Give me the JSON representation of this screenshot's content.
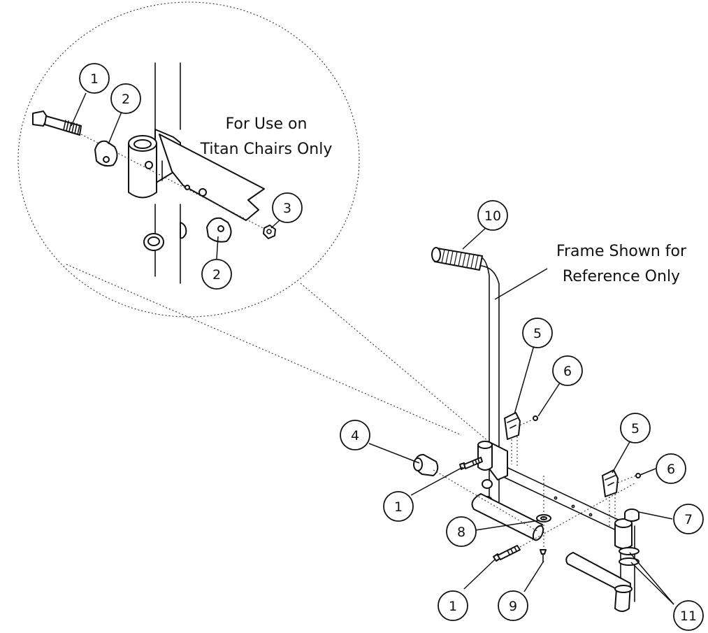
{
  "notes": {
    "detail_note_line1": "For Use on",
    "detail_note_line2": "Titan Chairs Only",
    "frame_note_line1": "Frame Shown for",
    "frame_note_line2": "Reference Only"
  },
  "callouts": {
    "detail_1": "1",
    "detail_2a": "2",
    "detail_2b": "2",
    "detail_3": "3",
    "c10": "10",
    "c5a": "5",
    "c6a": "6",
    "c4": "4",
    "c5b": "5",
    "c6b": "6",
    "c7": "7",
    "c1a": "1",
    "c8": "8",
    "c1b": "1",
    "c9": "9",
    "c11": "11"
  },
  "colors": {
    "line": "#111111",
    "background": "#ffffff"
  }
}
